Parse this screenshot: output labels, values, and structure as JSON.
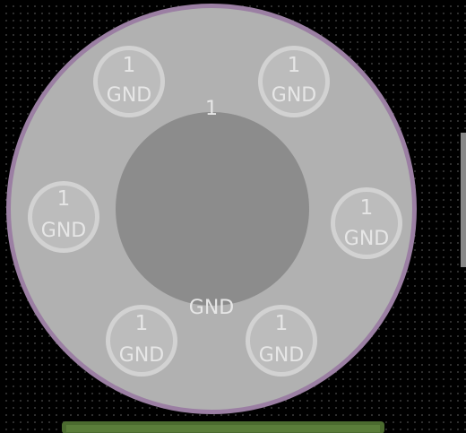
{
  "footprint": {
    "center_pad": {
      "number": "1",
      "net": "GND"
    },
    "vias": [
      {
        "number": "1",
        "net": "GND"
      },
      {
        "number": "1",
        "net": "GND"
      },
      {
        "number": "1",
        "net": "GND"
      },
      {
        "number": "1",
        "net": "GND"
      },
      {
        "number": "1",
        "net": "GND"
      },
      {
        "number": "1",
        "net": "GND"
      }
    ]
  },
  "colors": {
    "background": "#000000",
    "grid_dots": "#3a3a3a",
    "outline": "#9b7fa3",
    "copper_pad": "#b1b1b1",
    "drill_hole": "#8c8c8c",
    "via_ring": "#d2d2d2",
    "via_fill": "#bcbcbc",
    "label_text": "#e6e6e6",
    "bottom_trace": "#4b6b2f",
    "side_trace": "#888888"
  }
}
